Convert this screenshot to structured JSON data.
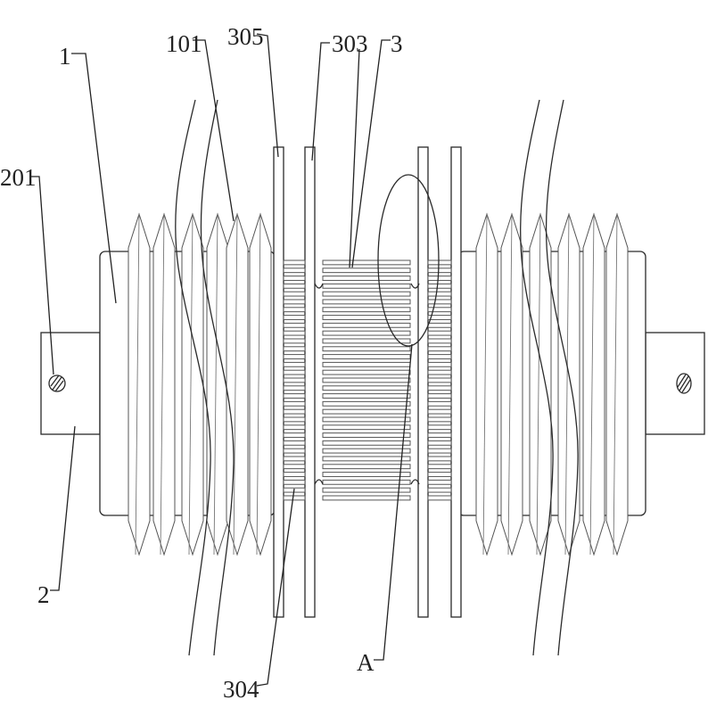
{
  "labels": {
    "part_1": "1",
    "part_101": "101",
    "part_305": "305",
    "part_303": "303",
    "part_3": "3",
    "part_201": "201",
    "part_2": "2",
    "part_304": "304",
    "part_A": "A"
  }
}
